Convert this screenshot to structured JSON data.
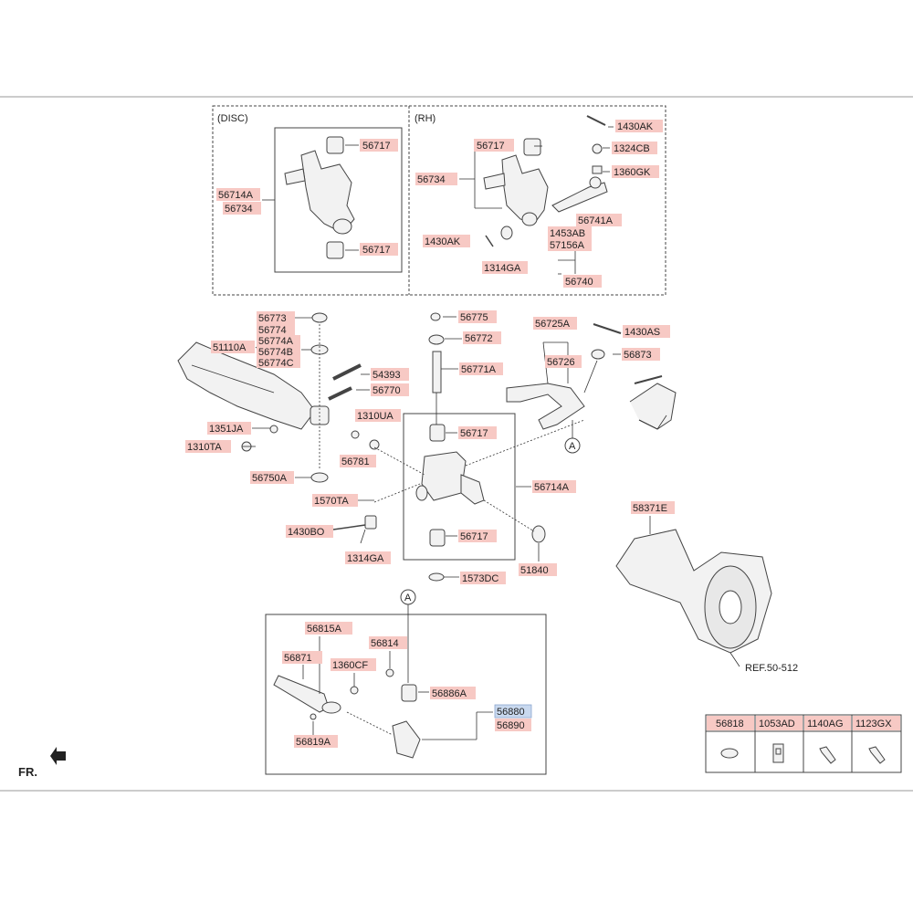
{
  "diagram": {
    "title_direction": "FR.",
    "colors": {
      "label_bg": "#f7c9c4",
      "selected_bg": "#c9d9ef",
      "line": "#333333"
    },
    "groups": {
      "disc": "(DISC)",
      "rh": "(RH)"
    },
    "callouts": {
      "a1": "A",
      "a2": "A"
    },
    "reference": "REF.50-512",
    "labels": {
      "p56717a": "56717",
      "p56714a_disc": "56714A",
      "p56734_disc": "56734",
      "p56717b": "56717",
      "p56717c": "56717",
      "p56734_rh": "56734",
      "p1430ak_rh": "1430AK",
      "p1314ga_rh": "1314GA",
      "p1430ak_top": "1430AK",
      "p1324cb": "1324CB",
      "p1360gk": "1360GK",
      "p56741a": "56741A",
      "p1453ab": "1453AB",
      "p57156a": "57156A",
      "p56740": "56740",
      "p56773": "56773",
      "p56774": "56774",
      "p56774a": "56774A",
      "p56774b": "56774B",
      "p56774c": "56774C",
      "p51110a": "51110A",
      "p54393": "54393",
      "p56770": "56770",
      "p1351ja": "1351JA",
      "p1310ta": "1310TA",
      "p56750a": "56750A",
      "p56775": "56775",
      "p56772": "56772",
      "p56771a": "56771A",
      "p1310ua": "1310UA",
      "p56717d": "56717",
      "p56781": "56781",
      "p56714a": "56714A",
      "p1570ta": "1570TA",
      "p1430bo": "1430BO",
      "p1314ga": "1314GA",
      "p56717e": "56717",
      "p51840": "51840",
      "p1573dc": "1573DC",
      "p56725a": "56725A",
      "p56726": "56726",
      "p1430as": "1430AS",
      "p56873": "56873",
      "p58371e": "58371E",
      "p56815a": "56815A",
      "p56814": "56814",
      "p56871": "56871",
      "p1360cf": "1360CF",
      "p56886a": "56886A",
      "p56880": "56880",
      "p56890": "56890",
      "p56819a": "56819A"
    },
    "parts_table": {
      "headers": [
        "56818",
        "1053AD",
        "1140AG",
        "1123GX"
      ],
      "icons": [
        "cap-icon",
        "clip-icon",
        "bolt-icon",
        "screw-icon"
      ]
    }
  }
}
